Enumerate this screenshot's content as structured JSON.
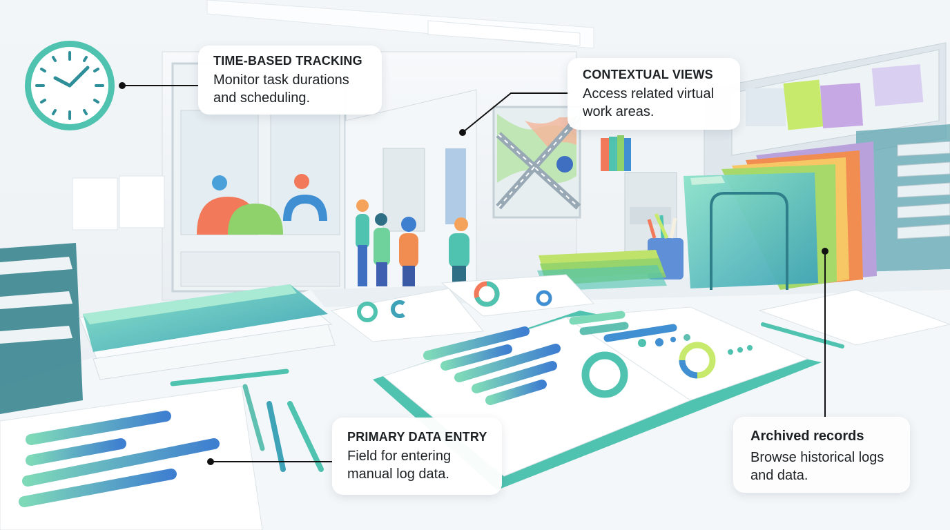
{
  "callouts": {
    "time_tracking": {
      "title": "TIME-BASED TRACKING",
      "description": "Monitor task durations and scheduling."
    },
    "contextual_views": {
      "title": "CONTEXTUAL VIEWS",
      "description": "Access related virtual work areas."
    },
    "primary_data_entry": {
      "title": "PRIMARY DATA ENTRY",
      "description": "Field for entering manual log data."
    },
    "archived_records": {
      "title": "Archived records",
      "description": "Browse historical logs and data."
    }
  },
  "icons": [
    "clock-icon",
    "folder-icon",
    "book-icon",
    "pen-icon",
    "pencil-cup-icon",
    "map-icon",
    "people-icon"
  ],
  "colors": {
    "teal": "#4fc3b0",
    "mint": "#9fe3c8",
    "blue": "#3f8fd2",
    "green": "#a6d96a",
    "orange": "#f28d52",
    "purple": "#b9a2dc"
  }
}
